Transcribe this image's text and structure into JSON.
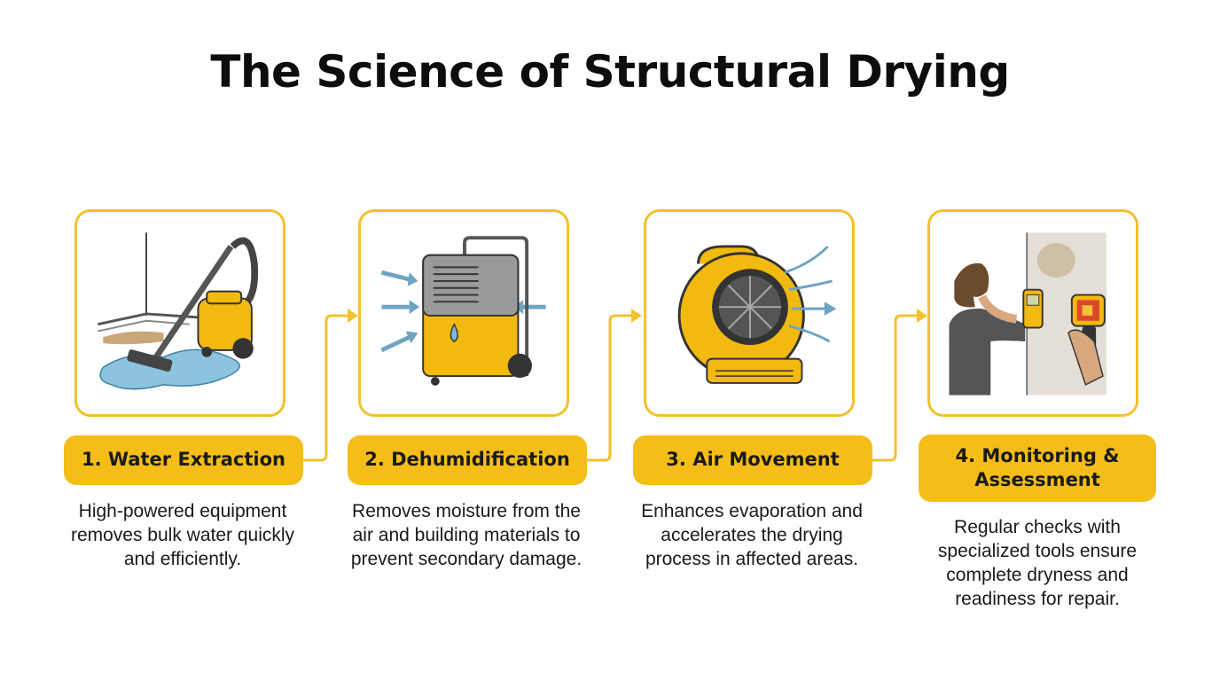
{
  "title": "The Science of Structural Drying",
  "colors": {
    "accent": "#f5bd17",
    "card_border": "#f2c12e",
    "text": "#1a1a1a",
    "water": "#7fb8d8"
  },
  "steps": [
    {
      "label": "1. Water Extraction",
      "icon": "wet-vacuum-icon",
      "description": "High-powered equipment removes bulk water quickly and efficiently."
    },
    {
      "label": "2. Dehumidification",
      "icon": "dehumidifier-icon",
      "description": "Removes moisture from the air and building materials to prevent secondary damage."
    },
    {
      "label": "3. Air Movement",
      "icon": "air-mover-fan-icon",
      "description": "Enhances evaporation and accelerates the drying process in affected areas."
    },
    {
      "label": "4. Monitoring & Assessment",
      "icon": "moisture-meter-thermal-camera-icon",
      "description": "Regular checks with specialized tools ensure complete dryness and readiness for repair."
    }
  ]
}
